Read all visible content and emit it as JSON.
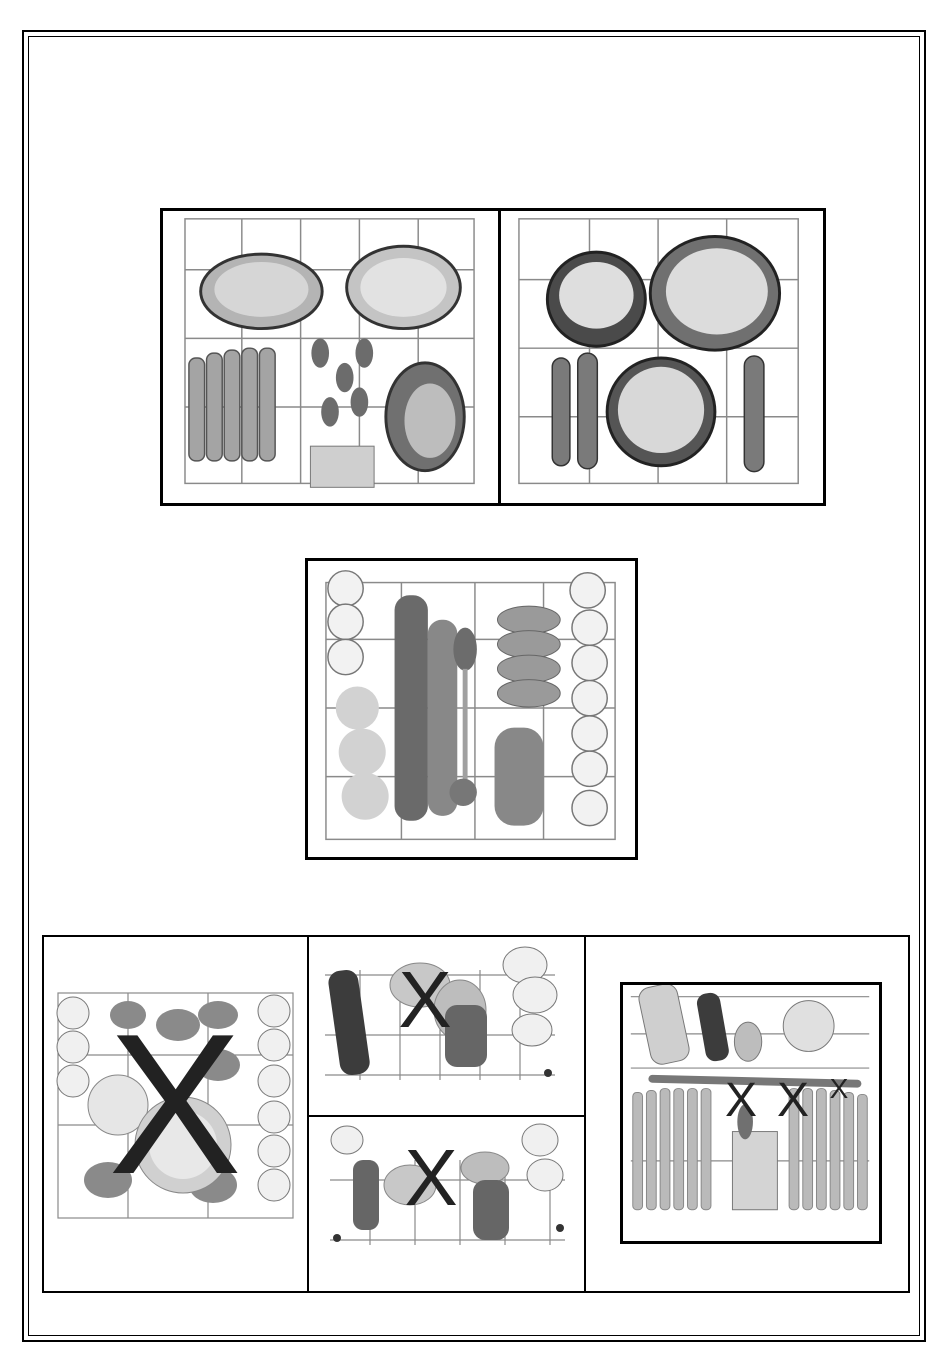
{
  "page": {
    "background": "#ffffff",
    "line_color": "#000000"
  },
  "figures": {
    "lower_basket_pans_left": {
      "icon": "lower-basket-pans-and-plates-illustration"
    },
    "lower_basket_pans_right": {
      "icon": "lower-basket-pots-and-pans-illustration"
    },
    "upper_basket_cups": {
      "icon": "upper-basket-cups-and-glasses-illustration"
    },
    "wrong_upper_basket": {
      "icon": "upper-basket-wrong-loading-illustration",
      "mark": "X"
    },
    "wrong_side_top": {
      "icon": "basket-side-view-wrong-loading-illustration",
      "mark": "X"
    },
    "wrong_side_bottom": {
      "icon": "basket-side-view-wrong-loading-illustration",
      "mark": "X"
    },
    "wrong_spray_arm": {
      "icon": "blocked-spray-arm-illustration",
      "marks": [
        "X",
        "X",
        "X"
      ]
    }
  },
  "colors": {
    "wire": "#8a8a8a",
    "dish_light": "#d8d8d8",
    "dish_mid": "#a6a6a6",
    "dish_dark": "#555555",
    "x_mark": "#222222"
  }
}
